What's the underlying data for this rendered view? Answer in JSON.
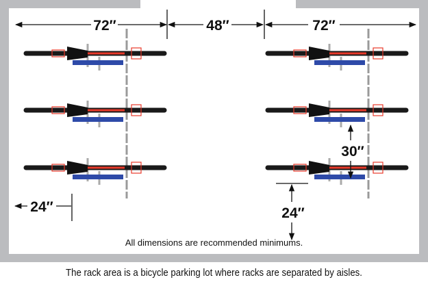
{
  "dimensions": {
    "rack_width_left": "72″",
    "aisle_width": "48″",
    "rack_width_right": "72″",
    "bike_spacing": "30″",
    "wall_clearance": "24″",
    "end_clearance": "24″"
  },
  "note": "All dimensions are recommended minimums.",
  "caption": "The rack area is a bicycle parking lot where racks are separated by aisles.",
  "colors": {
    "frame": "#bbbcbf",
    "tire": "#1a1a1a",
    "bike_red": "#e8392a",
    "blue": "#2e4aa8",
    "rack": "#9a9a9a"
  }
}
